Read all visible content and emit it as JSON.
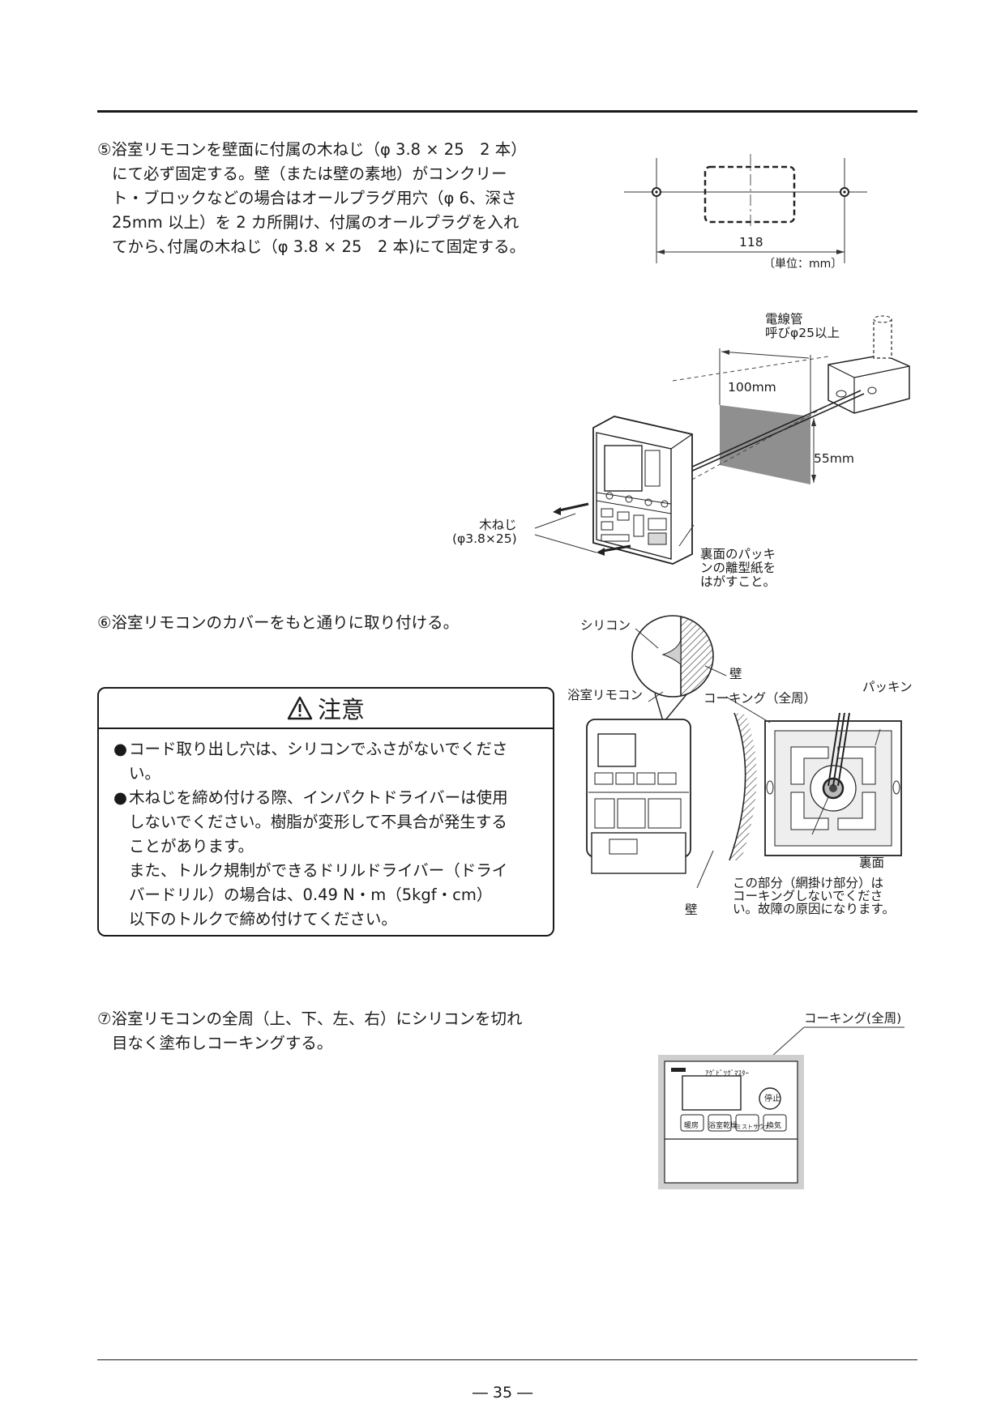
{
  "step5": {
    "lines": [
      "⑤浴室リモコンを壁面に付属の木ねじ（φ 3.8 × 25　2 本）",
      "にて必ず固定する。壁（または壁の素地）がコンクリー",
      "ト・ブロックなどの場合はオールプラグ用穴（φ 6、深さ",
      "25mm 以上）を 2 カ所開け、付属のオールプラグを入れ",
      "てから､付属の木ねじ（φ 3.8 × 25　2 本)にて固定する。"
    ]
  },
  "fig_holes": {
    "dimension": "118",
    "unit": "〔単位：mm〕"
  },
  "fig_mount": {
    "conduit": [
      "電線管",
      "呼びφ25以上"
    ],
    "dim_100": "100mm",
    "dim_55": "55mm",
    "screw": [
      "木ねじ",
      "(φ3.8×25)"
    ],
    "backing": [
      "裏面のパッキ",
      "ンの離型紙を",
      "はがすこと。"
    ]
  },
  "step6": {
    "text": "⑥浴室リモコンのカバーをもと通りに取り付ける。"
  },
  "fig_seal": {
    "silicone": "シリコン",
    "wall_top": "壁",
    "remote": "浴室リモコン",
    "caulking": "コーキング（全周）",
    "packing": "パッキン",
    "back": "裏面",
    "note": [
      "この部分（網掛け部分）は",
      "コーキングしないでくださ",
      "い。故障の原因になります。"
    ],
    "wall_bottom": "壁"
  },
  "caution": {
    "title": "注意",
    "items": [
      {
        "bullet": "●",
        "lines": [
          "コード取り出し穴は、シリコンでふさがないでくださ",
          "い。"
        ]
      },
      {
        "bullet": "●",
        "lines": [
          "木ねじを締め付ける際、インパクトドライバーは使用",
          "しないでください。樹脂が変形して不具合が発生する",
          "ことがあります。",
          "また、トルク規制ができるドリルドライバー（ドライ",
          "バードリル）の場合は、0.49 N・m（5kgf・cm）",
          "以下のトルクで締め付けてください。"
        ]
      }
    ]
  },
  "step7": {
    "lines": [
      "⑦浴室リモコンの全周（上、下、左、右）にシリコンを切れ",
      "目なく塗布しコーキングする。"
    ]
  },
  "fig_final": {
    "caulking": "コーキング(全周)",
    "brand": "ｱｸﾞﾋﾞﾂｸﾞﾏｽﾀｰ",
    "stop": "停止",
    "buttons": [
      "暖房",
      "浴室乾燥",
      "ミストサウナ",
      "換気"
    ]
  },
  "page": {
    "number": "― 35 ―"
  }
}
